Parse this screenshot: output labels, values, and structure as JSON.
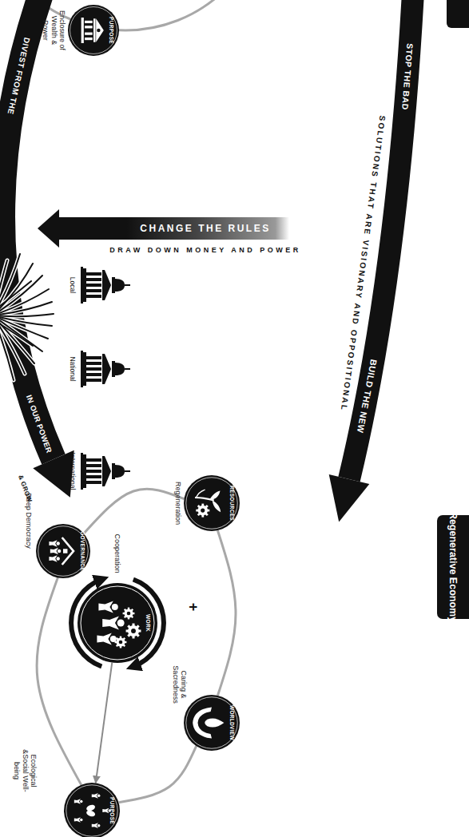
{
  "diagram": {
    "title": "Regenerative Economy",
    "nodes": [
      {
        "text": [
          "PURPOSE",
          "Enclosure of Wealth & Power"
        ]
      },
      {
        "text": [
          "RESOURCES",
          "Regeneration"
        ]
      },
      {
        "text": [
          "WORLDVIEW",
          "Caring & Sacredness"
        ]
      },
      {
        "text": [
          "GOVERNANCE",
          "Deep Democracy"
        ]
      },
      {
        "text": [
          "WORK",
          "Cooperation"
        ]
      },
      {
        "text": [
          "PURPOSE",
          "Ecological &Social Well-being"
        ]
      }
    ],
    "edges": [
      {
        "from": 1,
        "to": 2,
        "arrow": "none"
      },
      {
        "from": 2,
        "to": 5,
        "arrow": "none"
      },
      {
        "from": 5,
        "to": 3,
        "arrow": "none"
      },
      {
        "from": 3,
        "to": 1,
        "arrow": "none"
      },
      {
        "from": 4,
        "to": 5,
        "arrow": "to"
      }
    ],
    "labels": [
      "STOP THE BAD",
      "SOLUTIONS THAT ARE VISIONARY AND OPPOSITIONAL",
      "BUILD THE NEW",
      "CHANGE THE RULES",
      "DRAW DOWN MONEY AND POWER",
      "International",
      "National",
      "Local",
      "DIVEST FROM THE",
      "IN OUR POWER",
      "& GROW",
      "+"
    ]
  }
}
